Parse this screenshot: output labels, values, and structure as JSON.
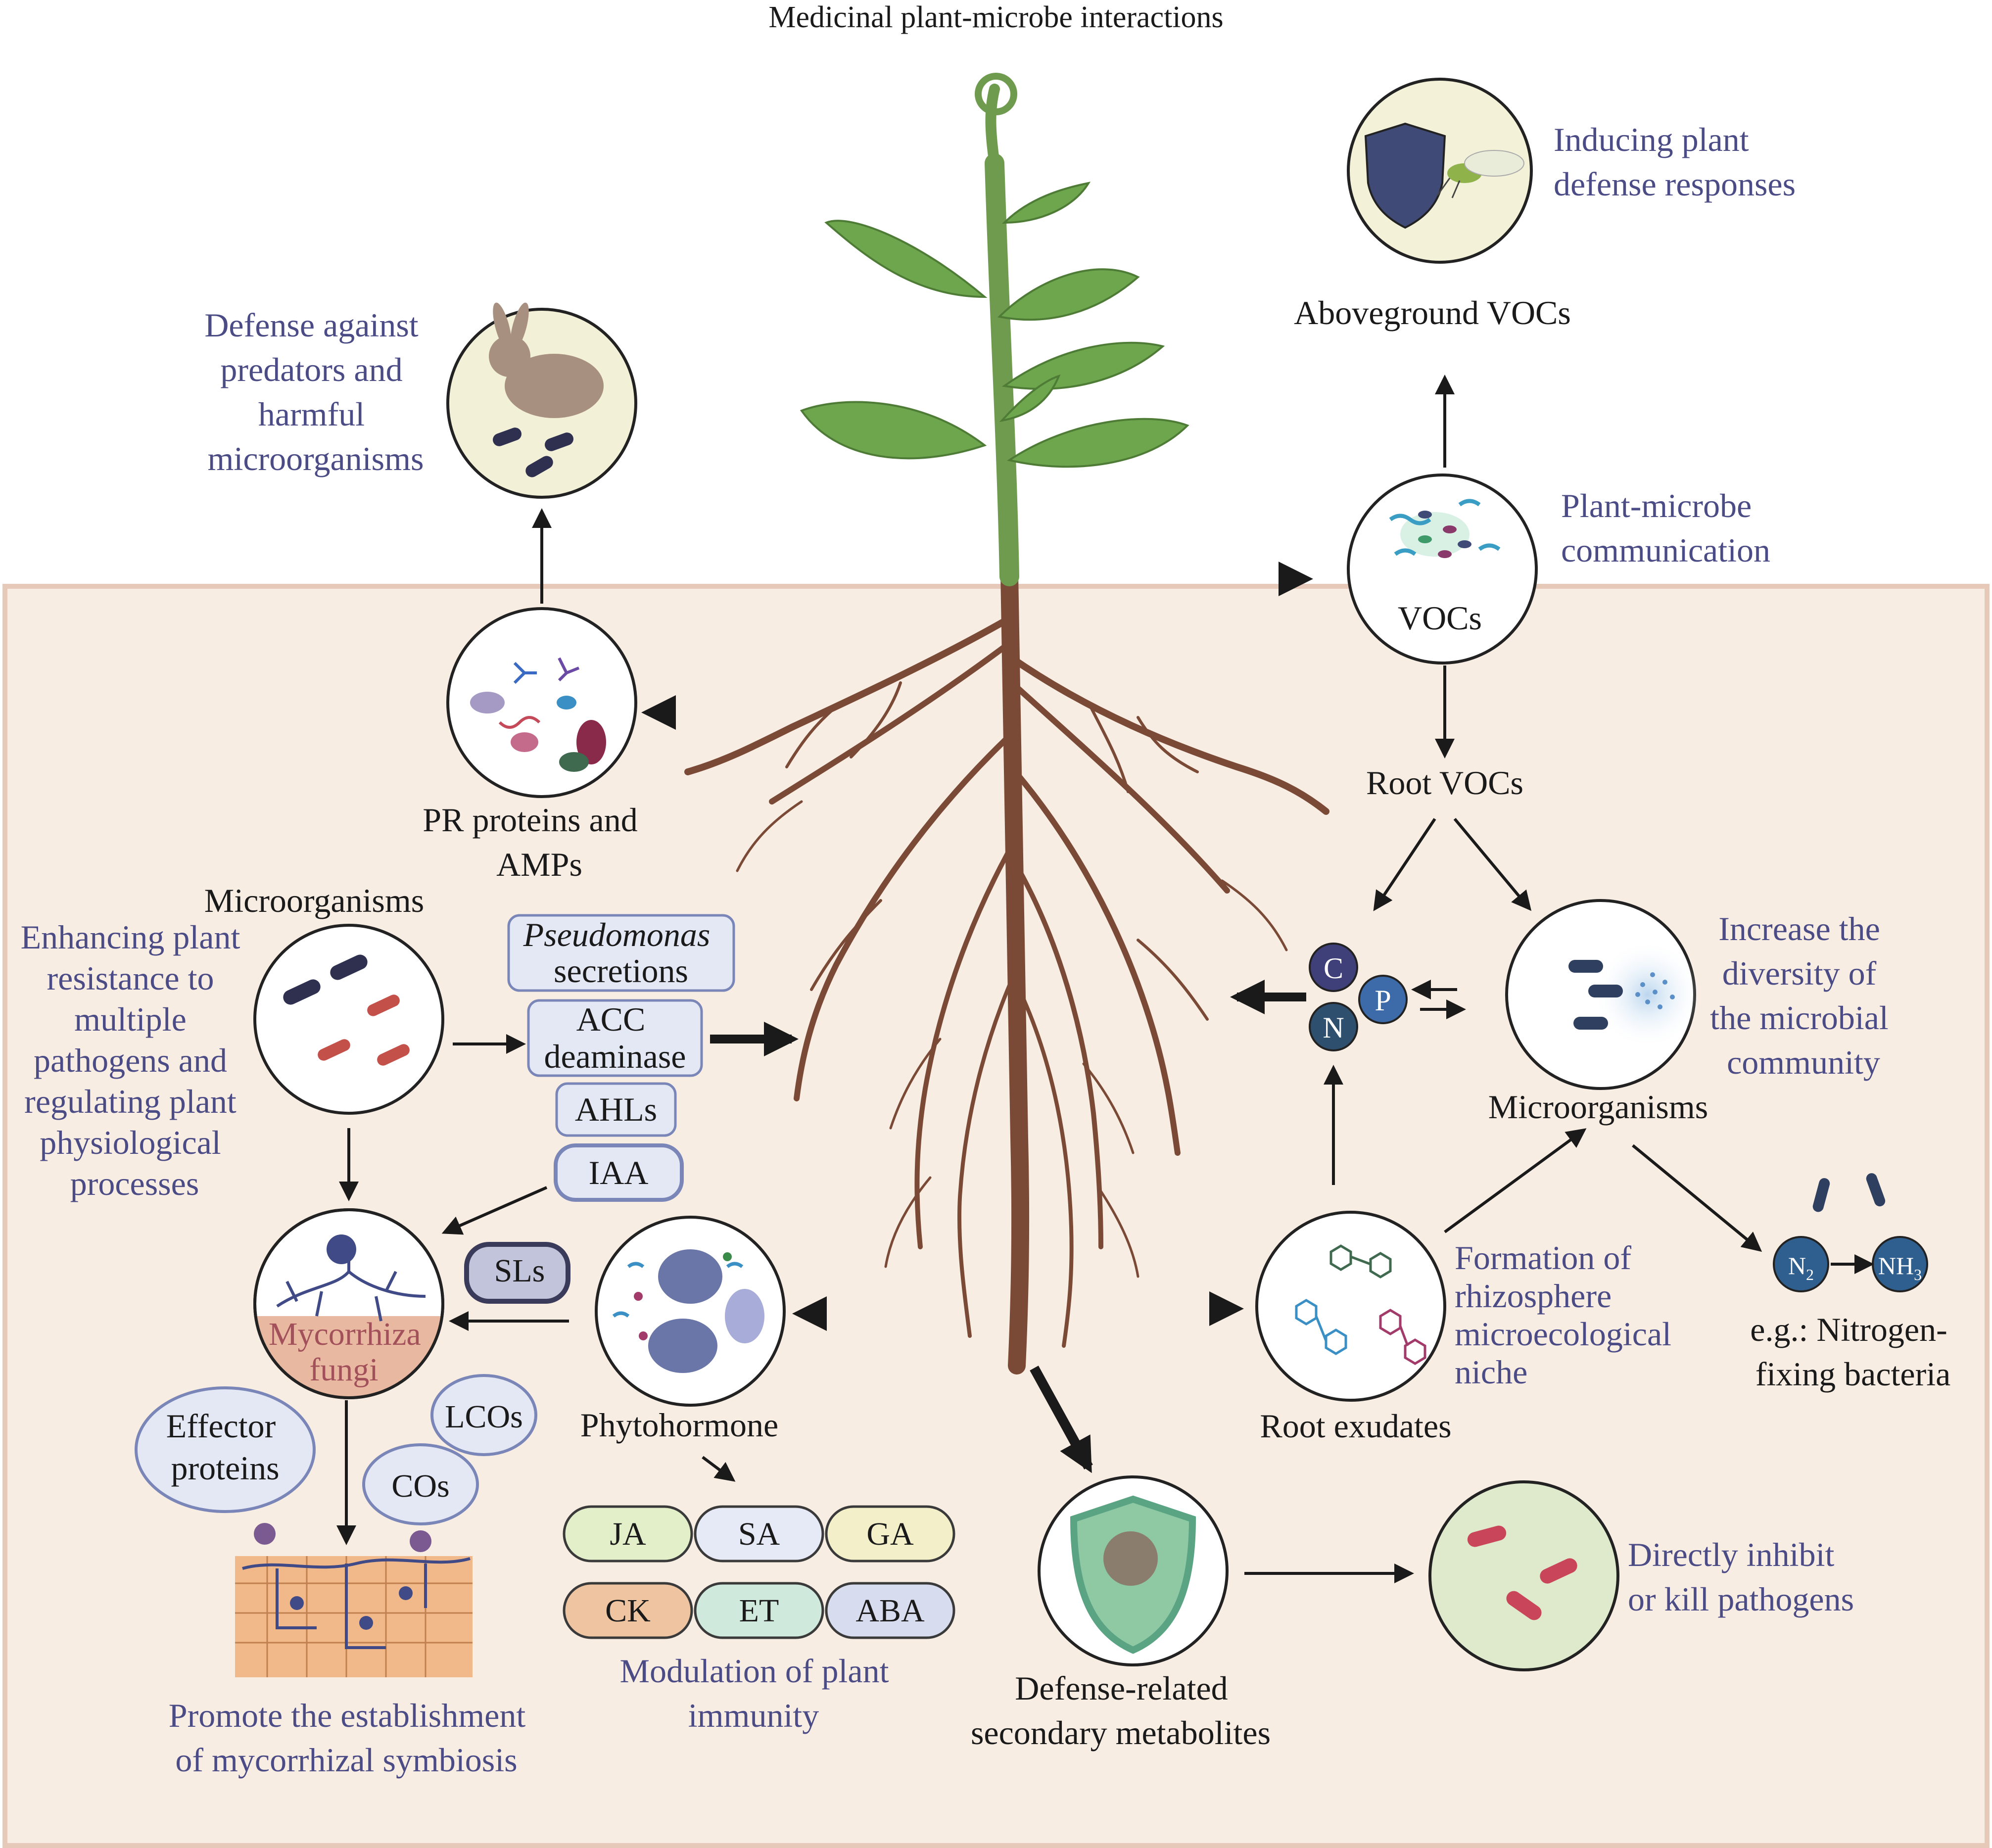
{
  "title": "Medicinal plant-microbe interactions",
  "labels": {
    "inducing_defense": [
      "Inducing plant",
      "defense responses"
    ],
    "aboveground_vocs": "Aboveground VOCs",
    "plant_microbe_comm": [
      "Plant-microbe",
      "communication"
    ],
    "vocs": "VOCs",
    "root_vocs": "Root VOCs",
    "defense_predators": [
      "Defense against",
      "predators and",
      "harmful",
      "microorganisms"
    ],
    "pr_proteins": [
      "PR proteins and",
      "AMPs"
    ],
    "microorganisms_left": "Microorganisms",
    "enhancing": [
      "Enhancing plant",
      "resistance to",
      "multiple",
      "pathogens and",
      "regulating plant",
      "physiological",
      "processes"
    ],
    "pseudomonas": [
      "Pseudomonas",
      "secretions"
    ],
    "acc": [
      "ACC",
      "deaminase"
    ],
    "ahls": "AHLs",
    "iaa": "IAA",
    "sls": "SLs",
    "mycorrhiza": [
      "Mycorrhiza",
      "fungi"
    ],
    "effector": [
      "Effector",
      "proteins"
    ],
    "lcos": "LCOs",
    "cos": "COs",
    "promote_mycorrhizal": [
      "Promote the establishment",
      "of mycorrhizal symbiosis"
    ],
    "phytohormone": "Phytohormone",
    "hormones": [
      "JA",
      "SA",
      "GA",
      "CK",
      "ET",
      "ABA"
    ],
    "modulation": [
      "Modulation of plant",
      "immunity"
    ],
    "defense_secondary": [
      "Defense-related",
      "secondary metabolites"
    ],
    "directly_inhibit": [
      "Directly inhibit",
      "or kill pathogens"
    ],
    "root_exudates": "Root exudates",
    "formation": [
      "Formation of",
      "rhizosphere",
      "microecological",
      "niche"
    ],
    "cnp": [
      "C",
      "P",
      "N"
    ],
    "increase_diversity": [
      "Increase the",
      "diversity of",
      "the microbial",
      "community"
    ],
    "microorganisms_right": "Microorganisms",
    "n2": "N",
    "n2_sub": "2",
    "nh3": "NH",
    "nh3_sub": "3",
    "nitrogen_fixing": [
      "e.g.: Nitrogen-",
      "fixing bacteria"
    ]
  },
  "colors": {
    "soil_fill": "#f8ede3",
    "soil_border": "#e6c9b8",
    "purple_text": "#4b4b86",
    "mauve_text": "#a2505a",
    "leaf": "#6ea64e",
    "stem": "#6f9b4f",
    "root": "#7a4a36"
  }
}
